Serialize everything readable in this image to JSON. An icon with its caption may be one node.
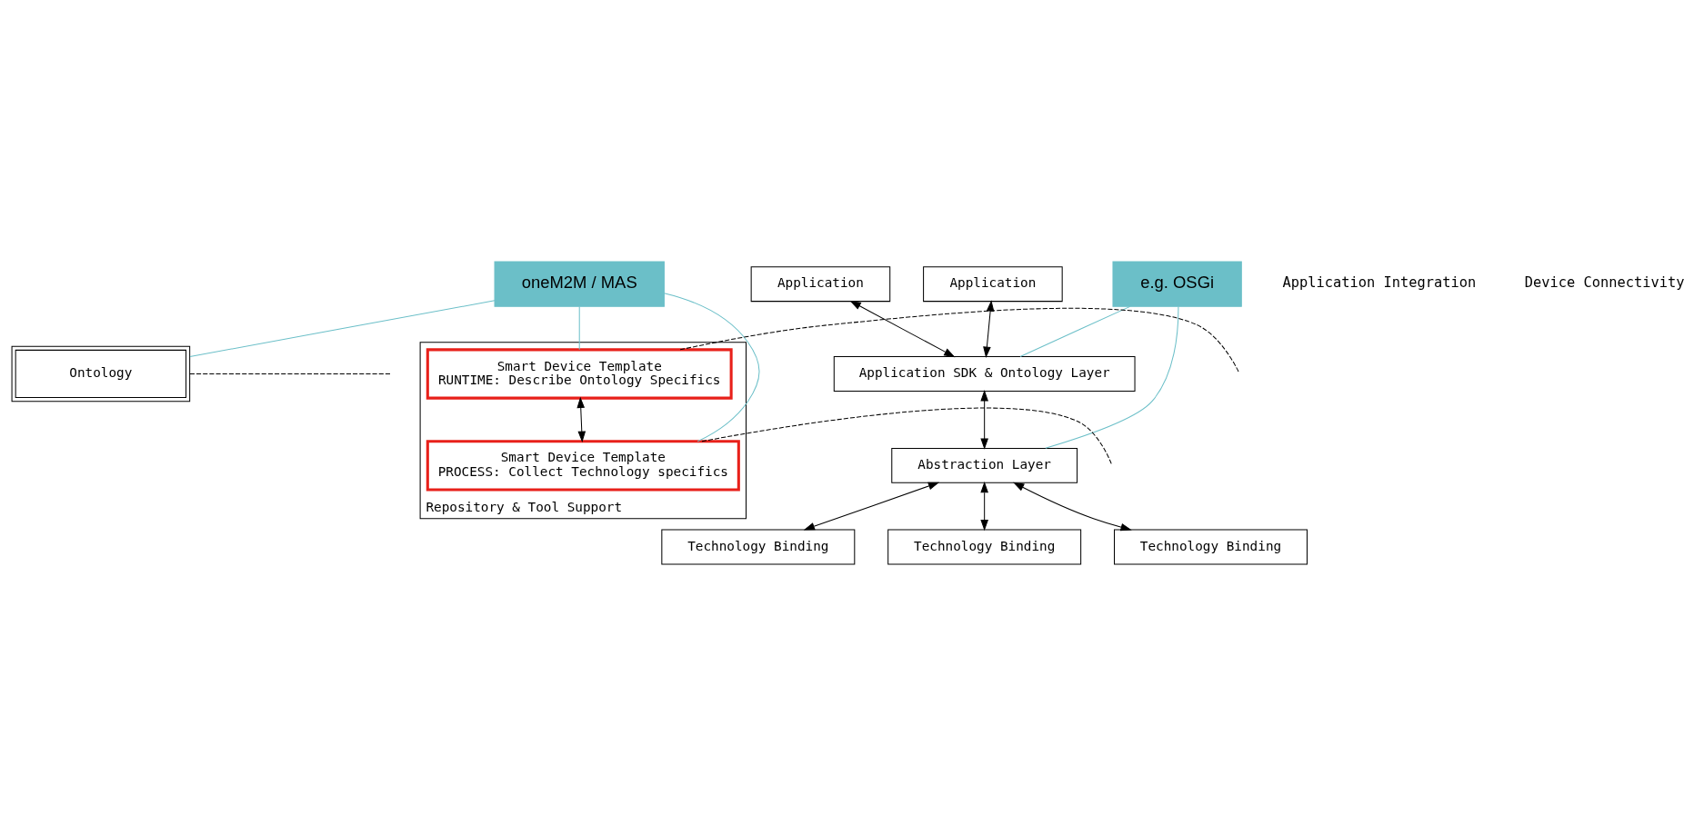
{
  "diagram": {
    "nodes": [
      {
        "text": [
          "oneM2M / MAS"
        ]
      },
      {
        "text": [
          "e.g. OSGi"
        ]
      },
      {
        "text": [
          "Application"
        ]
      },
      {
        "text": [
          "Application"
        ]
      },
      {
        "text": [
          "Ontology"
        ]
      },
      {
        "text": [
          "Application SDK & Ontology Layer"
        ]
      },
      {
        "text": [
          "Repository & Tool Support"
        ]
      },
      {
        "text": [
          "Smart Device Template",
          "RUNTIME: Describe Ontology Specifics"
        ],
        "in": 6
      },
      {
        "text": [
          "Abstraction Layer"
        ]
      },
      {
        "text": [
          "Smart Device Template",
          "PROCESS: Collect Technology specifics"
        ],
        "in": 6
      },
      {
        "text": [
          "Technology Binding"
        ]
      },
      {
        "text": [
          "Technology Binding"
        ]
      },
      {
        "text": [
          "Technology Binding"
        ]
      }
    ],
    "edges": [
      {
        "from": 0,
        "to": 4,
        "arrow": "none",
        "color": "#6bbfc8"
      },
      {
        "from": 0,
        "to": 7,
        "arrow": "none",
        "color": "#6bbfc8"
      },
      {
        "from": 0,
        "to": 9,
        "arrow": "none",
        "color": "#6bbfc8"
      },
      {
        "from": 1,
        "to": 5,
        "arrow": "none",
        "color": "#6bbfc8"
      },
      {
        "from": 1,
        "to": 8,
        "arrow": "none",
        "color": "#6bbfc8"
      },
      {
        "from": 2,
        "to": 5,
        "arrow": "both"
      },
      {
        "from": 3,
        "to": 5,
        "arrow": "both"
      },
      {
        "from": 4,
        "to": null,
        "arrow": "none",
        "style": "dashed"
      },
      {
        "from": 5,
        "to": 8,
        "arrow": "both"
      },
      {
        "from": 7,
        "to": null,
        "arrow": "none",
        "style": "dashed"
      },
      {
        "from": 7,
        "to": 9,
        "arrow": "both"
      },
      {
        "from": 8,
        "to": 10,
        "arrow": "both"
      },
      {
        "from": 8,
        "to": 11,
        "arrow": "both"
      },
      {
        "from": 8,
        "to": 12,
        "arrow": "both"
      },
      {
        "from": 9,
        "to": null,
        "arrow": "none",
        "style": "dashed"
      }
    ],
    "labels": [
      "Application Integration",
      "Device Connectivity"
    ]
  }
}
